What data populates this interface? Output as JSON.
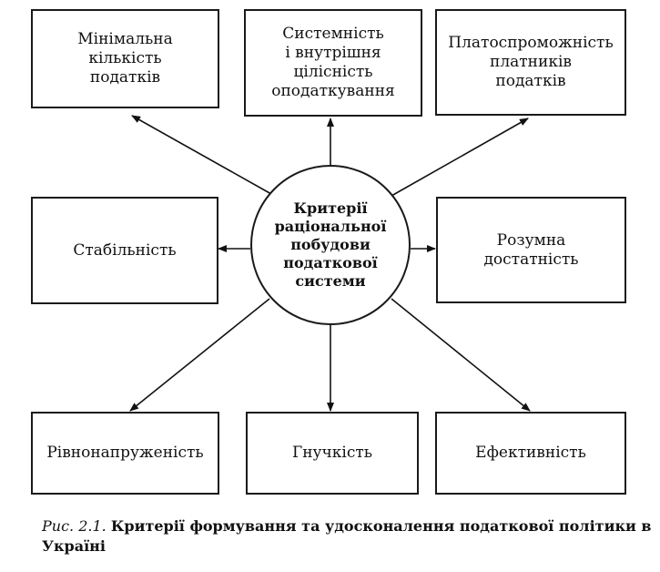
{
  "diagram": {
    "center": "Критерії\nраціональної\nпобудови\nподаткової\nсистеми",
    "boxes": {
      "min_taxes": "Мінімальна\nкількість\nподатків",
      "systemic": "Системність\nі внутрішня\nцілісність\nоподаткування",
      "solvency": "Платоспроможність\nплатників\nподатків",
      "stability": "Стабільність",
      "sufficiency": "Розумна\nдостатність",
      "equal_tension": "Рівнонапруженість",
      "flexibility": "Гнучкість",
      "efficiency": "Ефективність"
    }
  },
  "caption": {
    "label": "Рис. 2.1.",
    "text": "Критерії формування та удосконалення податкової політики в Україні"
  }
}
